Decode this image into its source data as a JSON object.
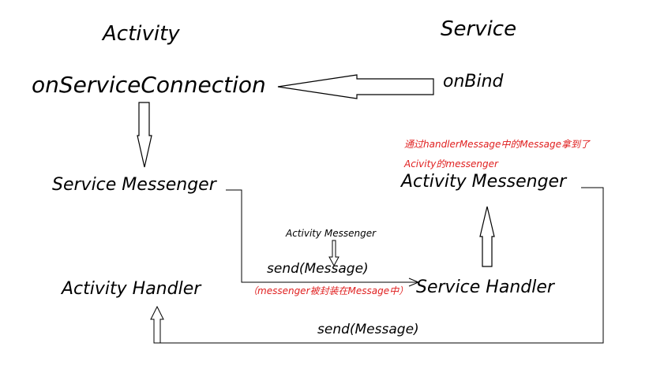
{
  "activity": {
    "title": "Activity",
    "on_service_connection": "onServiceConnection",
    "service_messenger": "Service Messenger",
    "activity_handler": "Activity Handler"
  },
  "service": {
    "title": "Service",
    "on_bind": "onBind",
    "activity_messenger": "Activity Messenger",
    "service_handler": "Service Handler",
    "note_line1": "通过handlerMessage中的Message拿到了",
    "note_line2": "Acivity的messenger"
  },
  "send_to_service": {
    "label": "send(Message)",
    "payload_label": "Activity Messenger",
    "note": "（messenger被封装在Message中）"
  },
  "send_to_activity": {
    "label": "send(Message)"
  },
  "colors": {
    "text": "#000000",
    "note": "#e02020",
    "line": "#000000",
    "background": "#ffffff"
  }
}
